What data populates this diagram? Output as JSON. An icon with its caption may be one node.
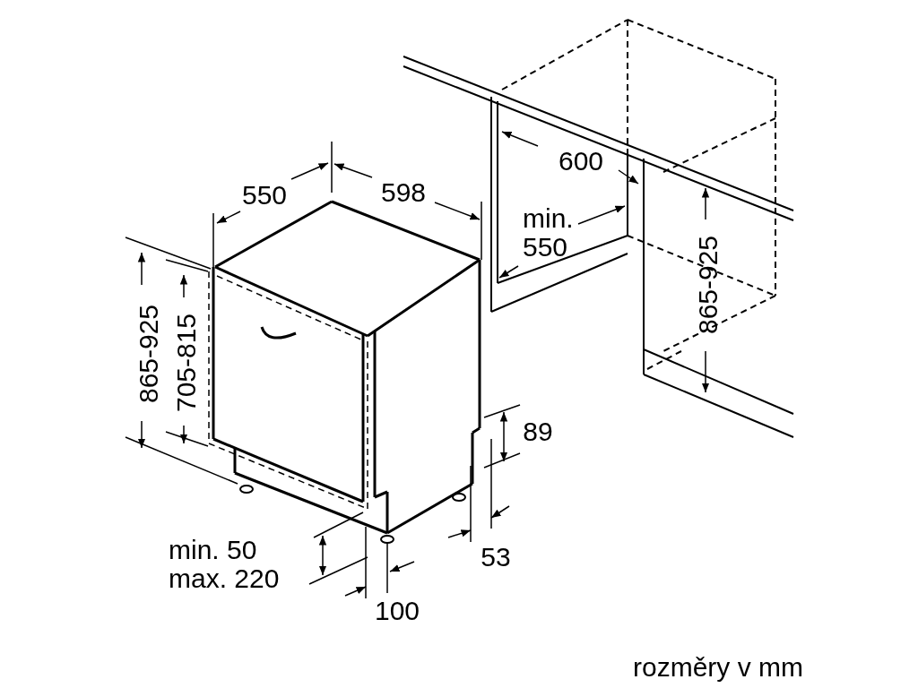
{
  "diagram": {
    "caption": "rozměry v mm",
    "labels": [
      "600",
      "550",
      "598",
      "min. 550",
      "865-925",
      "705-815",
      "865-925",
      "89",
      "min. 50 max. 220",
      "53",
      "100"
    ]
  }
}
